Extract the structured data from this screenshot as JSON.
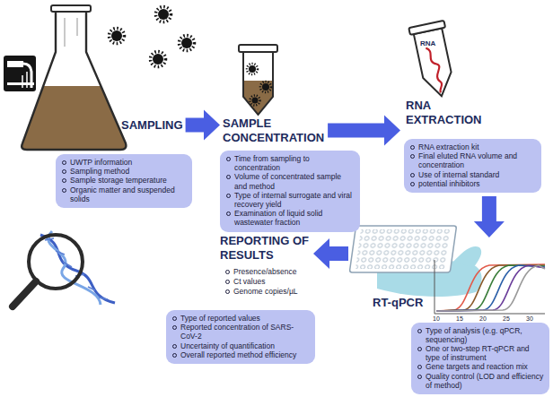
{
  "diagram": {
    "nodes": [
      {
        "text": [
          "SAMPLING",
          "UWTP information",
          "Sampling method",
          "Sample storage temperature",
          "Organic matter and suspended solids"
        ]
      },
      {
        "text": [
          "SAMPLE CONCENTRATION",
          "Time from sampling to concentration",
          "Volume of concentrated sample and method",
          "Type of internal surrogate and viral recovery yield",
          "Examination of liquid solid wastewater fraction"
        ]
      },
      {
        "text": [
          "RNA EXTRACTION",
          "RNA extraction kit",
          "Final eluted RNA volume and concentration",
          "Use of internal standard",
          "potential inhibitors"
        ]
      },
      {
        "text": [
          "RT-qPCR",
          "Type of analysis (e.g. qPCR, sequencing)",
          "One or two-step RT-qPCR and type of instrument",
          "Gene targets and reaction mix",
          "Quality control (LOD and efficiency of method)"
        ]
      },
      {
        "text": [
          "REPORTING OF RESULTS",
          "Type of reported values",
          "Reported concentration of SARS-CoV-2",
          "Uncertainty of quantification",
          "Overall reported method efficiency"
        ]
      }
    ],
    "edges": [
      {
        "from": 0,
        "to": 1,
        "arrow": "to"
      },
      {
        "from": 1,
        "to": 2,
        "arrow": "to"
      },
      {
        "from": 2,
        "to": 3,
        "arrow": "to"
      },
      {
        "from": 3,
        "to": 4,
        "arrow": "to"
      }
    ],
    "labels": [
      "Presence/absence",
      "Ct values",
      "Genome copies/µL",
      "RNA",
      "10",
      "15",
      "20",
      "25",
      "30"
    ]
  }
}
